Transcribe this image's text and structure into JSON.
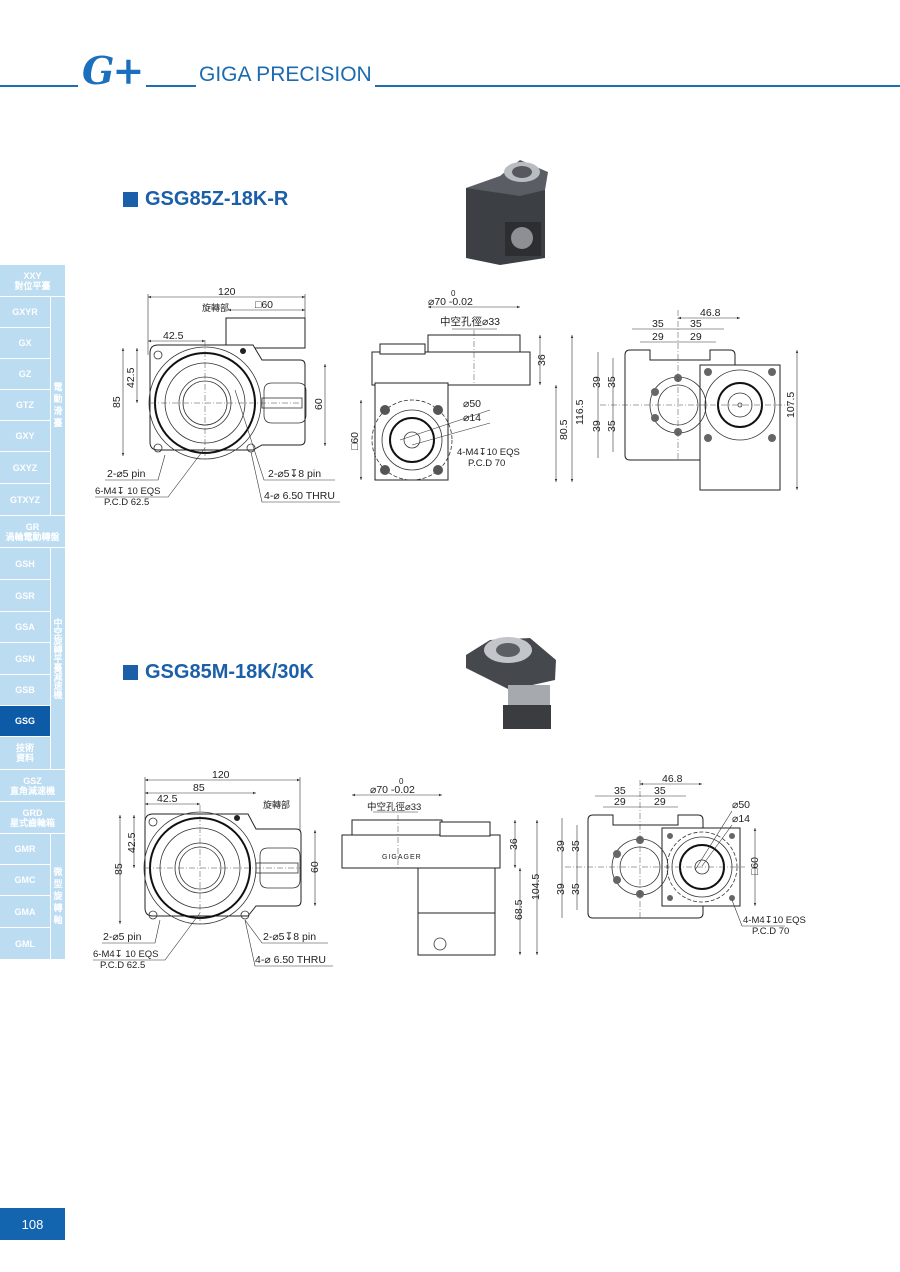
{
  "header": {
    "logo": "G+",
    "brand": "GIGA PRECISION"
  },
  "colors": {
    "brand_blue": "#1c6ab0",
    "sidebar_bg": "#bcdcf2",
    "sidebar_active": "#0d5ba6"
  },
  "sidebar": {
    "items": [
      {
        "label": "XXY",
        "sub": "對位平臺"
      },
      {
        "label": "GR",
        "sub": "渦輪電動轉盤"
      },
      {
        "label": "GSZ",
        "sub": "直角減速機"
      },
      {
        "label": "GRD",
        "sub": "星式齒輪箱"
      }
    ],
    "groups": [
      {
        "label": "電動滑臺",
        "items": [
          "GXYR",
          "GX",
          "GZ",
          "GTZ",
          "GXY",
          "GXYZ",
          "GTXYZ"
        ]
      },
      {
        "label": "中空旋轉平臺減速機",
        "items": [
          "GSH",
          "GSR",
          "GSA",
          "GSN",
          "GSB",
          "GSG",
          "技術資料"
        ],
        "active": "GSG"
      },
      {
        "label": "微型旋轉軸",
        "items": [
          "GMR",
          "GMC",
          "GMA",
          "GML"
        ]
      }
    ]
  },
  "products": [
    {
      "title": "GSG85Z-18K-R",
      "front": {
        "d120": "120",
        "sq60": "□60",
        "rot": "旋轉部",
        "d425h": "42.5",
        "d85": "85",
        "d425v": "42.5",
        "d60": "60",
        "pin1": "2-⌀5 pin",
        "tap1": "6-M4↧ 10 EQS",
        "pcd1": "P.C.D 62.5",
        "pin2": "2-⌀5↧8 pin",
        "thru": "4-⌀ 6.50 THRU"
      },
      "side": {
        "tol": "0",
        "d70": "⌀70 -0.02",
        "hollow": "中空孔徑⌀33",
        "d36": "36",
        "d805": "80.5",
        "d1165": "116.5",
        "sq60": "□60",
        "d50": "⌀50",
        "d14": "⌀14",
        "tap": "4-M4↧10 EQS",
        "pcd": "P.C.D 70"
      },
      "bottom": {
        "d468": "46.8",
        "d35a": "35",
        "d35b": "35",
        "d29a": "29",
        "d29b": "29",
        "d39a": "39",
        "d39b": "39",
        "d35c": "35",
        "d35d": "35",
        "d1075": "107.5"
      }
    },
    {
      "title": "GSG85M-18K/30K",
      "front": {
        "d120": "120",
        "d85h": "85",
        "d425h": "42.5",
        "rot": "旋轉部",
        "d85": "85",
        "d425v": "42.5",
        "d60": "60",
        "pin1": "2-⌀5 pin",
        "tap1": "6-M4↧ 10 EQS",
        "pcd1": "P.C.D 62.5",
        "pin2": "2-⌀5↧8 pin",
        "thru": "4-⌀ 6.50 THRU"
      },
      "side": {
        "tol": "0",
        "d70": "⌀70 -0.02",
        "hollow": "中空孔徑⌀33",
        "d36": "36",
        "d685": "68.5",
        "d1045": "104.5",
        "maker": "GIGAGER"
      },
      "bottom": {
        "d468": "46.8",
        "d35a": "35",
        "d35b": "35",
        "d29a": "29",
        "d29b": "29",
        "d39a": "39",
        "d39b": "39",
        "d35c": "35",
        "d35d": "35",
        "d50": "⌀50",
        "d14": "⌀14",
        "sq60": "□60",
        "tap": "4-M4↧10 EQS",
        "pcd": "P.C.D 70"
      }
    }
  ],
  "footer": {
    "page_number": "108"
  }
}
